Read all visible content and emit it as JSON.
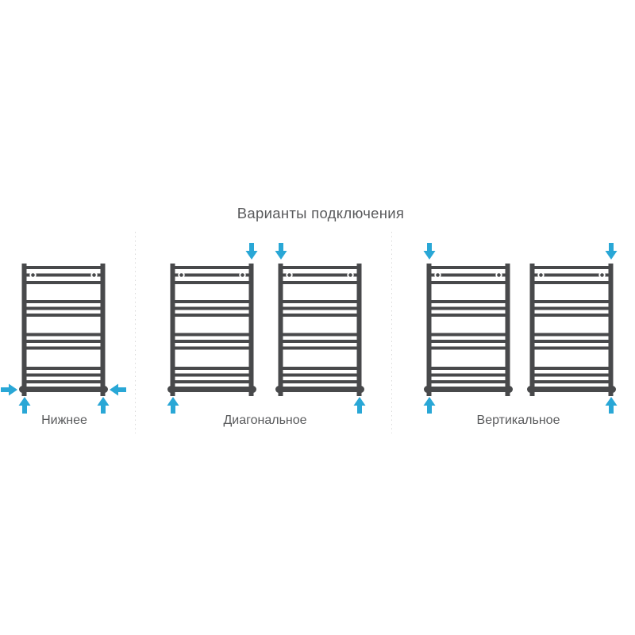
{
  "title": "Варианты подключения",
  "colors": {
    "background": "#ffffff",
    "radiator": "#48494b",
    "arrow": "#29a7d6",
    "text": "#595a5c",
    "divider": "#d9d9d9"
  },
  "groups": [
    {
      "id": "bottom",
      "label": "Нижнее",
      "radiators": [
        {
          "arrows": [
            "bottom-left-in",
            "bottom-right-in",
            "bottom-left-up",
            "bottom-right-up"
          ]
        }
      ]
    },
    {
      "id": "diagonal",
      "label": "Диагональное",
      "radiators": [
        {
          "arrows": [
            "top-right-down",
            "bottom-left-up"
          ]
        },
        {
          "arrows": [
            "top-left-down",
            "bottom-right-up"
          ]
        }
      ]
    },
    {
      "id": "vertical",
      "label": "Вертикальное",
      "radiators": [
        {
          "arrows": [
            "top-left-down",
            "bottom-left-up"
          ]
        },
        {
          "arrows": [
            "top-right-down",
            "bottom-right-up"
          ]
        }
      ]
    }
  ],
  "icons": {
    "down_arrow": "flow-arrow-down-icon",
    "up_arrow": "flow-arrow-up-icon",
    "left_arrow": "flow-arrow-left-icon",
    "right_arrow": "flow-arrow-right-icon"
  }
}
